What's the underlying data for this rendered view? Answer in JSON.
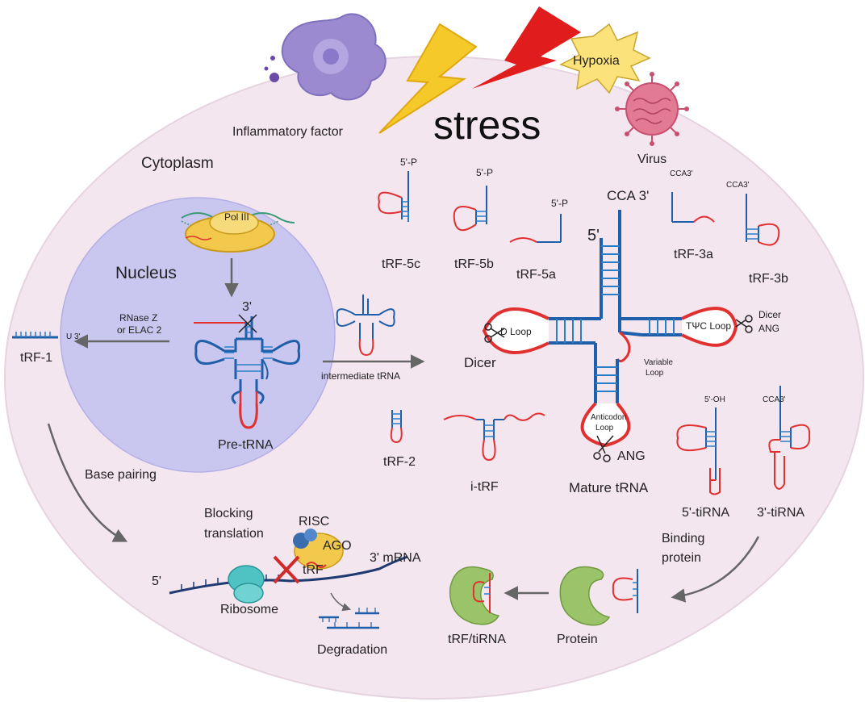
{
  "stress": {
    "title": "stress",
    "inflammatory_factor": "Inflammatory factor",
    "hypoxia": "Hypoxia",
    "virus": "Virus"
  },
  "cell": {
    "cytoplasm": "Cytoplasm",
    "nucleus": "Nucleus",
    "pol_iii": "Pol III",
    "three_prime": "3'",
    "rnase_z": "RNase Z",
    "elac2": "or ELAC 2",
    "pre_trna": "Pre-tRNA",
    "intermediate_trna": "intermediate tRNA"
  },
  "fragments": {
    "trf1_label": "tRF-1",
    "trf1_u3": "U 3'",
    "trf5c": "tRF-5c",
    "trf5b": "tRF-5b",
    "trf5a": "tRF-5a",
    "trf3a": "tRF-3a",
    "trf3b": "tRF-3b",
    "trf2": "tRF-2",
    "itrf": "i-tRF",
    "tirna5": "5'-tiRNA",
    "tirna3": "3'-tiRNA",
    "p5_a": "5'-P",
    "p5_b": "5'-P",
    "p5_c": "5'-P",
    "cca3_a": "CCA3'",
    "cca3_b": "CCA3'",
    "cca3_c": "CCA3'",
    "oh5": "5'-OH"
  },
  "mature": {
    "cca3": "CCA 3'",
    "five_prime": "5'",
    "d_loop": "D Loop",
    "tpsic_loop": "TΨC Loop",
    "anticodon_loop_1": "Anticodon",
    "anticodon_loop_2": "Loop",
    "variable_loop_1": "Variable",
    "variable_loop_2": "Loop",
    "dicer": "Dicer",
    "dicer_right": "Dicer",
    "ang_right": "ANG",
    "ang_bottom": "ANG",
    "label": "Mature tRNA"
  },
  "translation": {
    "base_pairing": "Base pairing",
    "blocking_1": "Blocking",
    "blocking_2": "translation",
    "risc": "RISC",
    "ago": "AGO",
    "trf": "tRF",
    "mrna3": "3' mRNA",
    "five_prime": "5'",
    "ribosome": "Ribosome",
    "degradation": "Degradation"
  },
  "binding": {
    "binding_1": "Binding",
    "binding_2": "protein",
    "protein": "Protein",
    "complex": "tRF/tiRNA"
  },
  "colors": {
    "cell_fill": "#f4e6ef",
    "nucleus_fill": "#c9c6ef",
    "stem_blue": "#1f5ea8",
    "loop_red": "#e03030",
    "lightning_yellow": "#f5c92a",
    "lightning_red": "#e11c1c",
    "virus_pink": "#e27a94",
    "inflammatory_purple": "#9b8ad0",
    "protein_green": "#9bc46a"
  }
}
